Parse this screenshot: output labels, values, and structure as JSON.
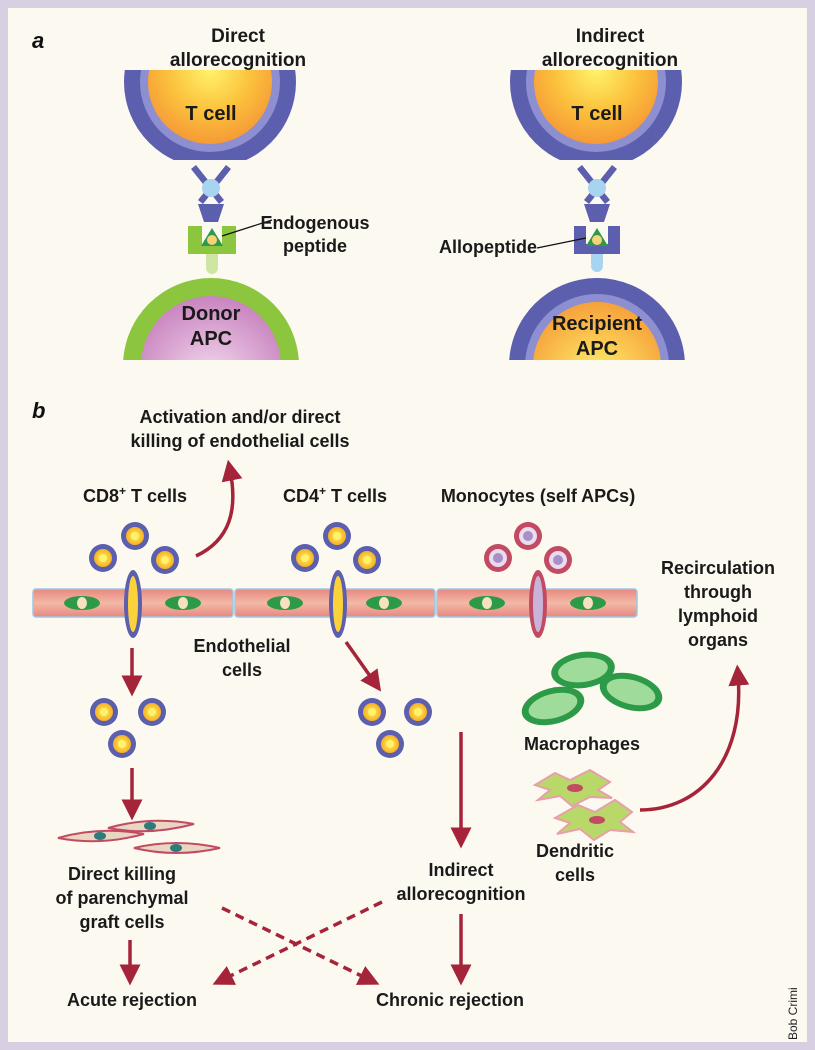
{
  "panel_a": {
    "letter": "a",
    "direct": {
      "title_line1": "Direct",
      "title_line2": "allorecognition",
      "t_cell": "T cell",
      "peptide_line1": "Endogenous",
      "peptide_line2": "peptide",
      "apc_line1": "Donor",
      "apc_line2": "APC"
    },
    "indirect": {
      "title_line1": "Indirect",
      "title_line2": "allorecognition",
      "t_cell": "T cell",
      "peptide": "Allopeptide",
      "apc_line1": "Recipient",
      "apc_line2": "APC"
    }
  },
  "panel_b": {
    "letter": "b",
    "activation_line1": "Activation and/or direct",
    "activation_line2": "killing of endothelial cells",
    "cd8": "CD8",
    "cd4": "CD4",
    "plus": "+",
    "t_cells_suffix": " T cells",
    "monocytes": "Monocytes (self APCs)",
    "endothelial_line1": "Endothelial",
    "endothelial_line2": "cells",
    "recirc_line1": "Recirculation",
    "recirc_line2": "through",
    "recirc_line3": "lymphoid",
    "recirc_line4": "organs",
    "macrophages": "Macrophages",
    "dendritic_line1": "Dendritic",
    "dendritic_line2": "cells",
    "direct_kill_line1": "Direct killing",
    "direct_kill_line2": "of parenchymal",
    "direct_kill_line3": "graft cells",
    "indirect_line1": "Indirect",
    "indirect_line2": "allorecognition",
    "acute": "Acute rejection",
    "chronic": "Chronic rejection"
  },
  "credit": "Bob Crimi",
  "colors": {
    "arrow": "#a5243a",
    "receptor_blue": "#5b5fae",
    "apc_green": "#8cc63e",
    "vessel": "#e9938c",
    "nucleus_green": "#2c9a46"
  }
}
